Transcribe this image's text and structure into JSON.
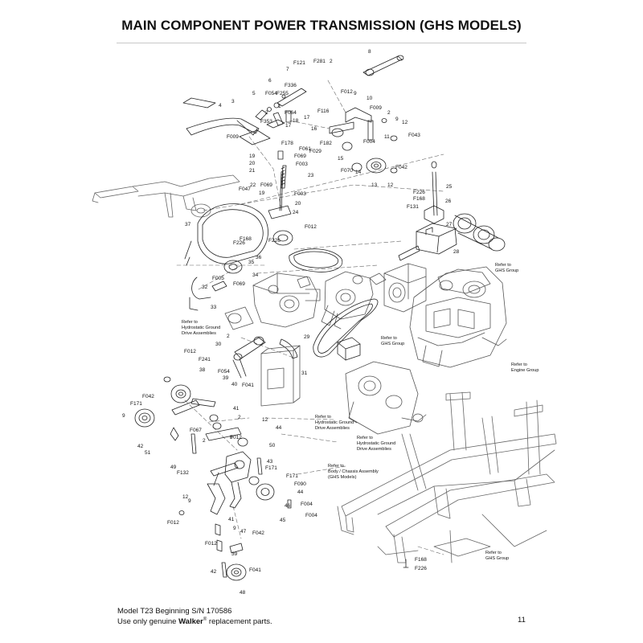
{
  "page": {
    "title": "MAIN COMPONENT POWER TRANSMISSION (GHS MODELS)",
    "footer_line1": "Model T23 Beginning S/N 170586",
    "footer_line2_prefix": "Use only genuine ",
    "footer_brand": "Walker",
    "footer_reg": "®",
    "footer_line2_suffix": " replacement parts.",
    "page_number": "11"
  },
  "references": [
    {
      "lines": [
        "Refer to",
        "GHS Group"
      ]
    },
    {
      "lines": [
        "Refer to",
        "Hydrostatic Ground",
        "Drive Assemblies"
      ]
    },
    {
      "lines": [
        "Refer to",
        "GHS Group"
      ]
    },
    {
      "lines": [
        "Refer to",
        "Engine Group"
      ]
    },
    {
      "lines": [
        "Refer to",
        "Hydrostatic Ground",
        "Drive Assemblies"
      ]
    },
    {
      "lines": [
        "Refer to",
        "Hydrostatic Ground",
        "Drive Assemblies"
      ]
    },
    {
      "lines": [
        "Refer to",
        "Body / Chassis Assembly",
        "(GHS Models)"
      ]
    },
    {
      "lines": [
        "Refer to",
        "GHS Group"
      ]
    }
  ],
  "callouts": [
    "8",
    "F121",
    "F281",
    "2",
    "7",
    "6",
    "F336",
    "F054",
    "5",
    "4",
    "3",
    "1",
    "F353",
    "F255",
    "2",
    "F064",
    "17",
    "18",
    "17",
    "F009",
    "F178",
    "F061",
    "F029",
    "16",
    "F116",
    "10",
    "F012",
    "9",
    "F009",
    "2",
    "9",
    "12",
    "F043",
    "11",
    "F182",
    "F004",
    "15",
    "F070",
    "14",
    "13",
    "12",
    "F042",
    "19",
    "20",
    "F069",
    "F003",
    "21",
    "23",
    "F047",
    "22",
    "19",
    "F069",
    "F003",
    "20",
    "24",
    "F012",
    "25",
    "F226",
    "F168",
    "26",
    "F131",
    "27",
    "37",
    "F226",
    "F168",
    "F226",
    "28",
    "35",
    "36",
    "34",
    "F005",
    "F069",
    "32",
    "33",
    "2",
    "30",
    "29",
    "31",
    "F012",
    "F241",
    "38",
    "F054",
    "39",
    "40",
    "F041",
    "F042",
    "F171",
    "9",
    "41",
    "2",
    "9",
    "12",
    "44",
    "51",
    "42",
    "F067",
    "2",
    "F012",
    "50",
    "49",
    "F132",
    "43",
    "F171",
    "F171",
    "F090",
    "44",
    "46",
    "F004",
    "45",
    "F004",
    "12",
    "9",
    "F012",
    "41",
    "9",
    "47",
    "F042",
    "F012",
    "39",
    "42",
    "F041",
    "48",
    "F168",
    "F226"
  ]
}
